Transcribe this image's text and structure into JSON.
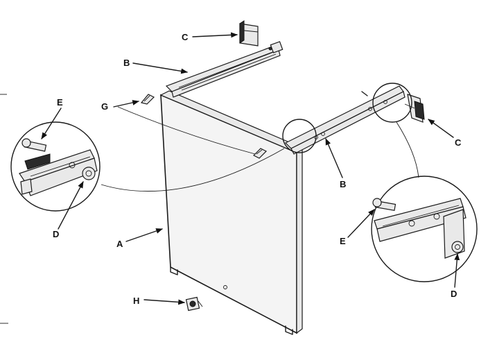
{
  "labels": {
    "a": "A",
    "b1": "B",
    "b2": "B",
    "c1": "C",
    "c2": "C",
    "d1": "D",
    "d2": "D",
    "e1": "E",
    "e2": "E",
    "g": "G",
    "h": "H"
  }
}
